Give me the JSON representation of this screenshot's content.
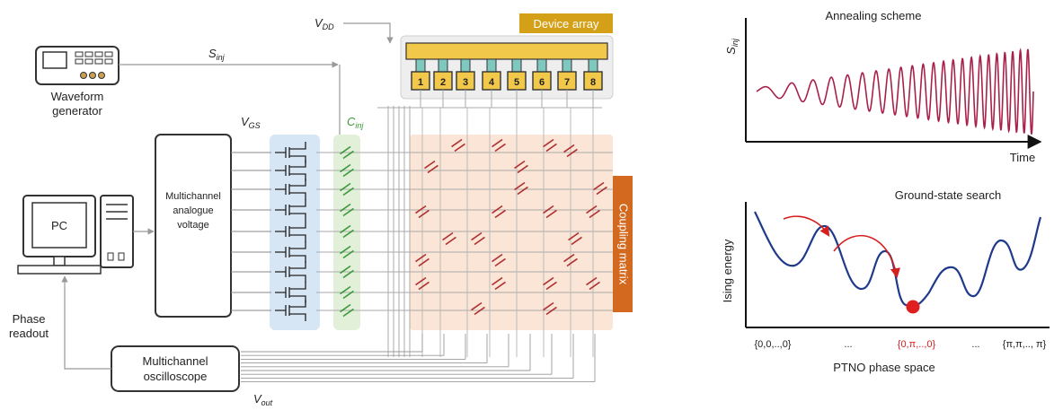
{
  "schematic": {
    "waveform_generator": {
      "label_line1": "Waveform",
      "label_line2": "generator"
    },
    "pc": {
      "label": "PC"
    },
    "phase_readout": {
      "line1": "Phase",
      "line2": "readout"
    },
    "analogue_voltage": {
      "line1": "Multichannel",
      "line2": "analogue",
      "line3": "voltage"
    },
    "oscilloscope": {
      "line1": "Multichannel",
      "line2": "oscilloscope"
    },
    "s_inj": {
      "main": "S",
      "sub": "inj"
    },
    "v_dd": {
      "main": "V",
      "sub": "DD"
    },
    "v_gs": {
      "main": "V",
      "sub": "GS"
    },
    "c_inj": {
      "main": "C",
      "sub": "inj"
    },
    "v_out": {
      "main": "V",
      "sub": "out"
    },
    "device_array": {
      "title": "Device array",
      "devices": [
        "1",
        "2",
        "3",
        "4",
        "5",
        "6",
        "7",
        "8"
      ]
    },
    "coupling_matrix": {
      "label": "Coupling matrix"
    },
    "colors": {
      "transistor_panel": "#d6e6f5",
      "cinj_panel": "#e2f0d9",
      "coupling_panel": "#fbe5d6",
      "device_title_bg": "#d4a017",
      "coupling_label_bg": "#d2691e",
      "device_cell": "#f2c84b",
      "connector": "#7fc8c0",
      "capacitor_green": "#3a9a3a",
      "capacitor_red": "#b03030"
    }
  },
  "annealing_panel": {
    "title": "Annealing scheme",
    "y_label": {
      "main": "S",
      "sub": "inj"
    },
    "x_label": "Time",
    "wave_color": "#a8214a"
  },
  "ground_state_panel": {
    "title": "Ground-state search",
    "y_label": "Ising energy",
    "x_label": "PTNO phase space",
    "ticks": [
      "{0,0,..,0}",
      "...",
      "{0,π,..,0}",
      "...",
      "{π,π,.., π}"
    ],
    "highlight_tick_color": "#d62020",
    "curve_color": "#1f3a8a",
    "ball_color": "#e02020"
  }
}
